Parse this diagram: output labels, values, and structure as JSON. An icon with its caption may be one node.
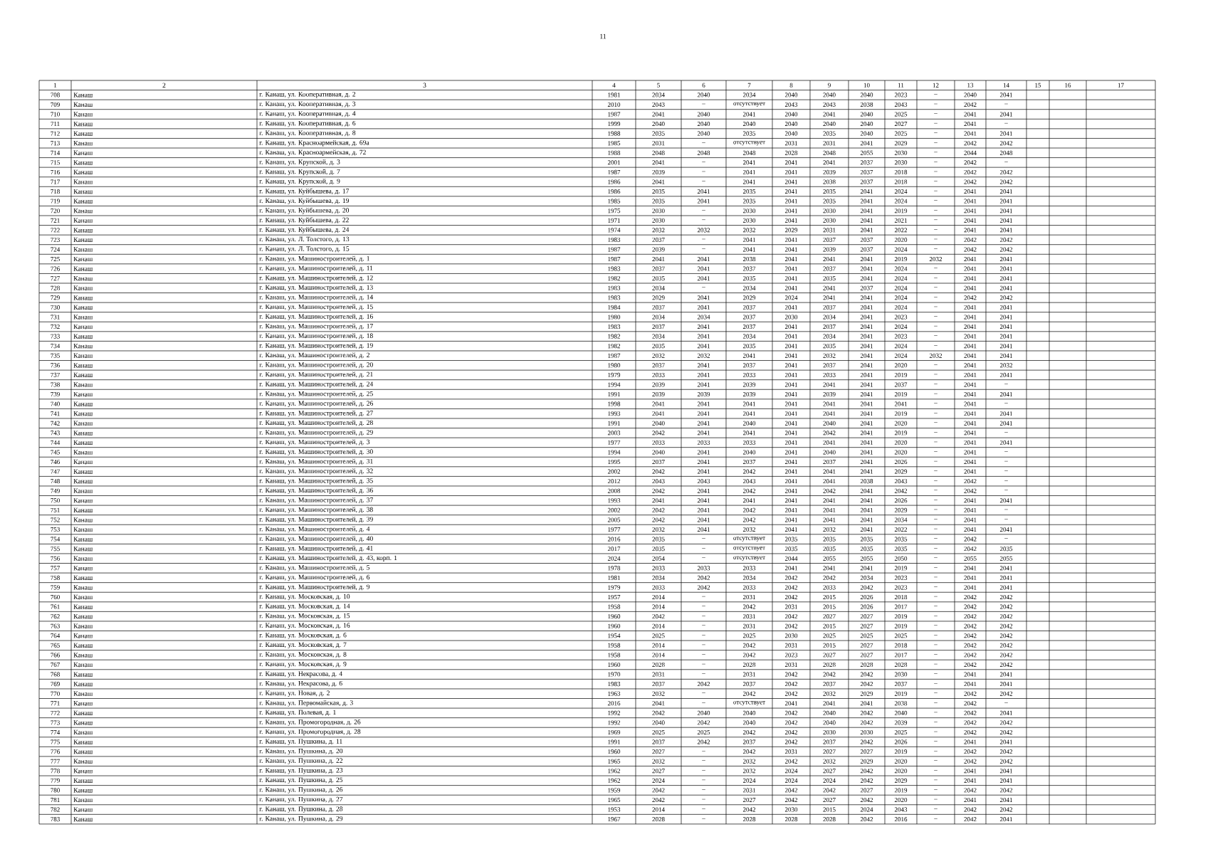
{
  "diagram": {
    "labels": [
      "11",
      "1",
      "2",
      "3",
      "4",
      "5",
      "6",
      "7",
      "8",
      "9",
      "10",
      "11",
      "12",
      "13",
      "14",
      "15",
      "16",
      "17",
      "708",
      "Канаш",
      "г. Канаш, ул. Кооперативная, д. 2",
      "1981",
      "2034",
      "2040",
      "2034",
      "2040",
      "2040",
      "2040",
      "2023",
      "–",
      "2040",
      "2041",
      "709",
      "Канаш",
      "г. Канаш, ул. Кооперативная, д. 3",
      "2010",
      "2043",
      "–",
      "отсутствует",
      "2043",
      "2043",
      "2038",
      "2043",
      "–",
      "2042",
      "–",
      "710",
      "Канаш",
      "г. Канаш, ул. Кооперативная, д. 4",
      "1987",
      "2041",
      "2040",
      "2041",
      "2040",
      "2041",
      "2040",
      "2025",
      "–",
      "2041",
      "2041",
      "711",
      "Канаш",
      "г. Канаш, ул. Кооперативная, д. 6",
      "1999",
      "2040",
      "2040",
      "2040",
      "2040",
      "2040",
      "2040",
      "2027",
      "–",
      "2041",
      "–",
      "712",
      "Канаш",
      "г. Канаш, ул. Кооперативная, д. 8",
      "1988",
      "2035",
      "2040",
      "2035",
      "2040",
      "2035",
      "2040",
      "2025",
      "–",
      "2041",
      "2041",
      "713",
      "Канаш",
      "г. Канаш, ул. Красноармейская, д. 69а",
      "1985",
      "2031",
      "–",
      "отсутствует",
      "2031",
      "2031",
      "2041",
      "2029",
      "–",
      "2042",
      "2042",
      "714",
      "Канаш",
      "г. Канаш, ул. Красноармейская, д. 72",
      "1988",
      "2048",
      "2048",
      "2048",
      "2028",
      "2048",
      "2055",
      "2030",
      "–",
      "2044",
      "2048",
      "715",
      "Канаш",
      "г. Канаш, ул. Крупской, д. 3",
      "2001",
      "2041",
      "–",
      "2041",
      "2041",
      "2041",
      "2037",
      "2030",
      "–",
      "2042",
      "–",
      "716",
      "Канаш",
      "г. Канаш, ул. Крупской, д. 7",
      "1987",
      "2039",
      "–",
      "2041",
      "2041",
      "2039",
      "2037",
      "2018",
      "–",
      "2042",
      "2042",
      "717",
      "Канаш",
      "г. Канаш, ул. Крупской, д. 9",
      "1986",
      "2041",
      "–",
      "2041",
      "2041",
      "2038",
      "2037",
      "2018",
      "–",
      "2042",
      "2042",
      "718",
      "Канаш",
      "г. Канаш, ул. Куйбышева, д. 17",
      "1986",
      "2035",
      "2041",
      "2035",
      "2041",
      "2035",
      "2041",
      "2024",
      "–",
      "2041",
      "2041",
      "719",
      "Канаш",
      "г. Канаш, ул. Куйбышева, д. 19",
      "1985",
      "2035",
      "2041",
      "2035",
      "2041",
      "2035",
      "2041",
      "2024",
      "–",
      "2041",
      "2041",
      "720",
      "Канаш",
      "г. Канаш, ул. Куйбышева, д. 20",
      "1975",
      "2030",
      "–",
      "2030",
      "2041",
      "2030",
      "2041",
      "2019",
      "–",
      "2041",
      "2041",
      "721",
      "Канаш",
      "г. Канаш, ул. Куйбышева, д. 22",
      "1971",
      "2030",
      "–",
      "2030",
      "2041",
      "2030",
      "2041",
      "2021",
      "–",
      "2041",
      "2041",
      "722",
      "Канаш",
      "г. Канаш, ул. Куйбышева, д. 24",
      "1974",
      "2032",
      "2032",
      "2032",
      "2029",
      "2031",
      "2041",
      "2022",
      "–",
      "2041",
      "2041",
      "723",
      "Канаш",
      "г. Канаш, ул. Л. Толстого, д. 13",
      "1983",
      "2037",
      "–",
      "2041",
      "2041",
      "2037",
      "2037",
      "2020",
      "–",
      "2042",
      "2042",
      "724",
      "Канаш",
      "г. Канаш, ул. Л. Толстого, д. 15",
      "1987",
      "2039",
      "–",
      "2041",
      "2041",
      "2039",
      "2037",
      "2024",
      "–",
      "2042",
      "2042",
      "725",
      "Канаш",
      "г. Канаш, ул. Машиностроителей, д. 1",
      "1987",
      "2041",
      "2041",
      "2038",
      "2041",
      "2041",
      "2041",
      "2019",
      "2032",
      "2041",
      "2041",
      "726",
      "Канаш",
      "г. Канаш, ул. Машиностроителей, д. 11",
      "1983",
      "2037",
      "2041",
      "2037",
      "2041",
      "2037",
      "2041",
      "2024",
      "–",
      "2041",
      "2041",
      "727",
      "Канаш",
      "г. Канаш, ул. Машиностроителей, д. 12",
      "1982",
      "2035",
      "2041",
      "2035",
      "2041",
      "2035",
      "2041",
      "2024",
      "–",
      "2041",
      "2041",
      "728",
      "Канаш",
      "г. Канаш, ул. Машиностроителей, д. 13",
      "1983",
      "2034",
      "–",
      "2034",
      "2041",
      "2041",
      "2037",
      "2024",
      "–",
      "2041",
      "2041",
      "729",
      "Канаш",
      "г. Канаш, ул. Машиностроителей, д. 14",
      "1983",
      "2029",
      "2041",
      "2029",
      "2024",
      "2041",
      "2041",
      "2024",
      "–",
      "2042",
      "2042",
      "730",
      "Канаш",
      "г. Канаш, ул. Машиностроителей, д. 15",
      "1984",
      "2037",
      "2041",
      "2037",
      "2041",
      "2037",
      "2041",
      "2024",
      "–",
      "2041",
      "2041",
      "731",
      "Канаш",
      "г. Канаш, ул. Машиностроителей, д. 16",
      "1980",
      "2034",
      "2034",
      "2037",
      "2030",
      "2034",
      "2041",
      "2023",
      "–",
      "2041",
      "2041",
      "732",
      "Канаш",
      "г. Канаш, ул. Машиностроителей, д. 17",
      "1983",
      "2037",
      "2041",
      "2037",
      "2041",
      "2037",
      "2041",
      "2024",
      "–",
      "2041",
      "2041",
      "733",
      "Канаш",
      "г. Канаш, ул. Машиностроителей, д. 18",
      "1982",
      "2034",
      "2041",
      "2034",
      "2041",
      "2034",
      "2041",
      "2023",
      "–",
      "2041",
      "2041",
      "734",
      "Канаш",
      "г. Канаш, ул. Машиностроителей, д. 19",
      "1982",
      "2035",
      "2041",
      "2035",
      "2041",
      "2035",
      "2041",
      "2024",
      "–",
      "2041",
      "2041",
      "735",
      "Канаш",
      "г. Канаш, ул. Машиностроителей, д. 2",
      "1987",
      "2032",
      "2032",
      "2041",
      "2041",
      "2032",
      "2041",
      "2024",
      "2032",
      "2041",
      "2041",
      "736",
      "Канаш",
      "г. Канаш, ул. Машиностроителей, д. 20",
      "1980",
      "2037",
      "2041",
      "2037",
      "2041",
      "2037",
      "2041",
      "2020",
      "–",
      "2041",
      "2032",
      "737",
      "Канаш",
      "г. Канаш, ул. Машиностроителей, д. 21",
      "1979",
      "2033",
      "2041",
      "2033",
      "2041",
      "2033",
      "2041",
      "2019",
      "–",
      "2041",
      "2041",
      "738",
      "Канаш",
      "г. Канаш, ул. Машиностроителей, д. 24",
      "1994",
      "2039",
      "2041",
      "2039",
      "2041",
      "2041",
      "2041",
      "2037",
      "–",
      "2041",
      "–",
      "739",
      "Канаш",
      "г. Канаш, ул. Машиностроителей, д. 25",
      "1991",
      "2039",
      "2039",
      "2039",
      "2041",
      "2039",
      "2041",
      "2019",
      "–",
      "2041",
      "2041",
      "740",
      "Канаш",
      "г. Канаш, ул. Машиностроителей, д. 26",
      "1998",
      "2041",
      "2041",
      "2041",
      "2041",
      "2041",
      "2041",
      "2041",
      "–",
      "2041",
      "–",
      "741",
      "Канаш",
      "г. Канаш, ул. Машиностроителей, д. 27",
      "1993",
      "2041",
      "2041",
      "2041",
      "2041",
      "2041",
      "2041",
      "2019",
      "–",
      "2041",
      "2041",
      "742",
      "Канаш",
      "г. Канаш, ул. Машиностроителей, д. 28",
      "1991",
      "2040",
      "2041",
      "2040",
      "2041",
      "2040",
      "2041",
      "2020",
      "–",
      "2041",
      "2041",
      "743",
      "Канаш",
      "г. Канаш, ул. Машиностроителей, д. 29",
      "2003",
      "2042",
      "2041",
      "2041",
      "2041",
      "2042",
      "2041",
      "2019",
      "–",
      "2041",
      "–",
      "744",
      "Канаш",
      "г. Канаш, ул. Машиностроителей, д. 3",
      "1977",
      "2033",
      "2033",
      "2033",
      "2041",
      "2041",
      "2041",
      "2020",
      "–",
      "2041",
      "2041",
      "745",
      "Канаш",
      "г. Канаш, ул. Машиностроителей, д. 30",
      "1994",
      "2040",
      "2041",
      "2040",
      "2041",
      "2040",
      "2041",
      "2020",
      "–",
      "2041",
      "–",
      "746",
      "Канаш",
      "г. Канаш, ул. Машиностроителей, д. 31",
      "1995",
      "2037",
      "2041",
      "2037",
      "2041",
      "2037",
      "2041",
      "2026",
      "–",
      "2041",
      "–",
      "747",
      "Канаш",
      "г. Канаш, ул. Машиностроителей, д. 32",
      "2002",
      "2042",
      "2041",
      "2042",
      "2041",
      "2041",
      "2041",
      "2029",
      "–",
      "2041",
      "–",
      "748",
      "Канаш",
      "г. Канаш, ул. Машиностроителей, д. 35",
      "2012",
      "2043",
      "2043",
      "2043",
      "2041",
      "2041",
      "2038",
      "2043",
      "–",
      "2042",
      "–",
      "749",
      "Канаш",
      "г. Канаш, ул. Машиностроителей, д. 36",
      "2008",
      "2042",
      "2041",
      "2042",
      "2041",
      "2042",
      "2041",
      "2042",
      "–",
      "2042",
      "–",
      "750",
      "Канаш",
      "г. Канаш, ул. Машиностроителей, д. 37",
      "1993",
      "2041",
      "2041",
      "2041",
      "2041",
      "2041",
      "2041",
      "2026",
      "–",
      "2041",
      "2041",
      "751",
      "Канаш",
      "г. Канаш, ул. Машиностроителей, д. 38",
      "2002",
      "2042",
      "2041",
      "2042",
      "2041",
      "2041",
      "2041",
      "2029",
      "–",
      "2041",
      "–",
      "752",
      "Канаш",
      "г. Канаш, ул. Машиностроителей, д. 39",
      "2005",
      "2042",
      "2041",
      "2042",
      "2041",
      "2041",
      "2041",
      "2034",
      "–",
      "2041",
      "–",
      "753",
      "Канаш",
      "г. Канаш, ул. Машиностроителей, д. 4",
      "1977",
      "2032",
      "2041",
      "2032",
      "2041",
      "2032",
      "2041",
      "2022",
      "–",
      "2041",
      "2041",
      "754",
      "Канаш",
      "г. Канаш, ул. Машиностроителей, д. 40",
      "2016",
      "2035",
      "–",
      "отсутствует",
      "2035",
      "2035",
      "2035",
      "2035",
      "–",
      "2042",
      "–",
      "755",
      "Канаш",
      "г. Канаш, ул. Машиностроителей, д. 41",
      "2017",
      "2035",
      "–",
      "отсутствует",
      "2035",
      "2035",
      "2035",
      "2035",
      "–",
      "2042",
      "2035",
      "756",
      "Канаш",
      "г. Канаш, ул. Машиностроителей, д. 43, корп. 1",
      "2024",
      "2054",
      "–",
      "отсутствует",
      "2044",
      "2055",
      "2055",
      "2050",
      "–",
      "2055",
      "2055",
      "757",
      "Канаш",
      "г. Канаш, ул. Машиностроителей, д. 5",
      "1978",
      "2033",
      "2033",
      "2033",
      "2041",
      "2041",
      "2041",
      "2019",
      "–",
      "2041",
      "2041",
      "758",
      "Канаш",
      "г. Канаш, ул. Машиностроителей, д. 6",
      "1981",
      "2034",
      "2042",
      "2034",
      "2042",
      "2042",
      "2034",
      "2023",
      "–",
      "2041",
      "2041",
      "759",
      "Канаш",
      "г. Канаш, ул. Машиностроителей, д. 9",
      "1979",
      "2033",
      "2042",
      "2033",
      "2042",
      "2033",
      "2042",
      "2023",
      "–",
      "2041",
      "2041",
      "760",
      "Канаш",
      "г. Канаш, ул. Московская, д. 10",
      "1957",
      "2014",
      "–",
      "2031",
      "2042",
      "2015",
      "2026",
      "2018",
      "–",
      "2042",
      "2042",
      "761",
      "Канаш",
      "г. Канаш, ул. Московская, д. 14",
      "1958",
      "2014",
      "–",
      "2042",
      "2031",
      "2015",
      "2026",
      "2017",
      "–",
      "2042",
      "2042",
      "762",
      "Канаш",
      "г. Канаш, ул. Московская, д. 15",
      "1960",
      "2042",
      "–",
      "2031",
      "2042",
      "2027",
      "2027",
      "2019",
      "–",
      "2042",
      "2042",
      "763",
      "Канаш",
      "г. Канаш, ул. Московская, д. 16",
      "1960",
      "2014",
      "–",
      "2031",
      "2042",
      "2015",
      "2027",
      "2019",
      "–",
      "2042",
      "2042",
      "764",
      "Канаш",
      "г. Канаш, ул. Московская, д. 6",
      "1954",
      "2025",
      "–",
      "2025",
      "2030",
      "2025",
      "2025",
      "2025",
      "–",
      "2042",
      "2042",
      "765",
      "Канаш",
      "г. Канаш, ул. Московская, д. 7",
      "1958",
      "2014",
      "–",
      "2042",
      "2031",
      "2015",
      "2027",
      "2018",
      "–",
      "2042",
      "2042",
      "766",
      "Канаш",
      "г. Канаш, ул. Московская, д. 8",
      "1958",
      "2014",
      "–",
      "2042",
      "2023",
      "2027",
      "2027",
      "2017",
      "–",
      "2042",
      "2042",
      "767",
      "Канаш",
      "г. Канаш, ул. Московская, д. 9",
      "1960",
      "2028",
      "–",
      "2028",
      "2031",
      "2028",
      "2028",
      "2028",
      "–",
      "2042",
      "2042",
      "768",
      "Канаш",
      "г. Канаш, ул. Некрасова, д. 4",
      "1970",
      "2031",
      "–",
      "2031",
      "2042",
      "2042",
      "2042",
      "2030",
      "–",
      "2041",
      "2041",
      "769",
      "Канаш",
      "г. Канаш, ул. Некрасова, д. 6",
      "1983",
      "2037",
      "2042",
      "2037",
      "2042",
      "2037",
      "2042",
      "2037",
      "–",
      "2041",
      "2041",
      "770",
      "Канаш",
      "г. Канаш, ул. Новая, д. 2",
      "1963",
      "2032",
      "–",
      "2042",
      "2042",
      "2032",
      "2029",
      "2019",
      "–",
      "2042",
      "2042",
      "771",
      "Канаш",
      "г. Канаш, ул. Первомайская, д. 3",
      "2016",
      "2041",
      "–",
      "отсутствует",
      "2041",
      "2041",
      "2041",
      "2038",
      "–",
      "2042",
      "–",
      "772",
      "Канаш",
      "г. Канаш, ул. Полевая, д. 1",
      "1992",
      "2042",
      "2040",
      "2040",
      "2042",
      "2040",
      "2042",
      "2040",
      "–",
      "2042",
      "2041",
      "773",
      "Канаш",
      "г. Канаш, ул. Промогородная, д. 26",
      "1992",
      "2040",
      "2042",
      "2040",
      "2042",
      "2040",
      "2042",
      "2039",
      "–",
      "2042",
      "2042",
      "774",
      "Канаш",
      "г. Канаш, ул. Промогородная, д. 28",
      "1969",
      "2025",
      "2025",
      "2042",
      "2042",
      "2030",
      "2030",
      "2025",
      "–",
      "2042",
      "2042",
      "775",
      "Канаш",
      "г. Канаш, ул. Пушкина, д. 11",
      "1991",
      "2037",
      "2042",
      "2037",
      "2042",
      "2037",
      "2042",
      "2026",
      "–",
      "2041",
      "2041",
      "776",
      "Канаш",
      "г. Канаш, ул. Пушкина, д. 20",
      "1960",
      "2027",
      "–",
      "2042",
      "2031",
      "2027",
      "2027",
      "2019",
      "–",
      "2042",
      "2042",
      "777",
      "Канаш",
      "г. Канаш, ул. Пушкина, д. 22",
      "1965",
      "2032",
      "–",
      "2032",
      "2042",
      "2032",
      "2029",
      "2020",
      "–",
      "2042",
      "2042",
      "778",
      "Канаш",
      "г. Канаш, ул. Пушкина, д. 23",
      "1962",
      "2027",
      "–",
      "2032",
      "2024",
      "2027",
      "2042",
      "2020",
      "–",
      "2041",
      "2041",
      "779",
      "Канаш",
      "г. Канаш, ул. Пушкина, д. 25",
      "1962",
      "2024",
      "–",
      "2024",
      "2024",
      "2024",
      "2042",
      "2029",
      "–",
      "2041",
      "2041",
      "780",
      "Канаш",
      "г. Канаш, ул. Пушкина, д. 26",
      "1959",
      "2042",
      "–",
      "2031",
      "2042",
      "2042",
      "2027",
      "2019",
      "–",
      "2042",
      "2042",
      "781",
      "Канаш",
      "г. Канаш, ул. Пушкина, д. 27",
      "1965",
      "2042",
      "–",
      "2027",
      "2042",
      "2027",
      "2042",
      "2020",
      "–",
      "2041",
      "2041",
      "782",
      "Канаш",
      "г. Канаш, ул. Пушкина, д. 28",
      "1953",
      "2014",
      "–",
      "2042",
      "2030",
      "2015",
      "2024",
      "2043",
      "–",
      "2042",
      "2042",
      "783",
      "Канаш",
      "г. Канаш, ул. Пушкина, д. 29",
      "1967",
      "2028",
      "–",
      "2028",
      "2028",
      "2028",
      "2042",
      "2016",
      "–",
      "2042",
      "2041"
    ]
  }
}
